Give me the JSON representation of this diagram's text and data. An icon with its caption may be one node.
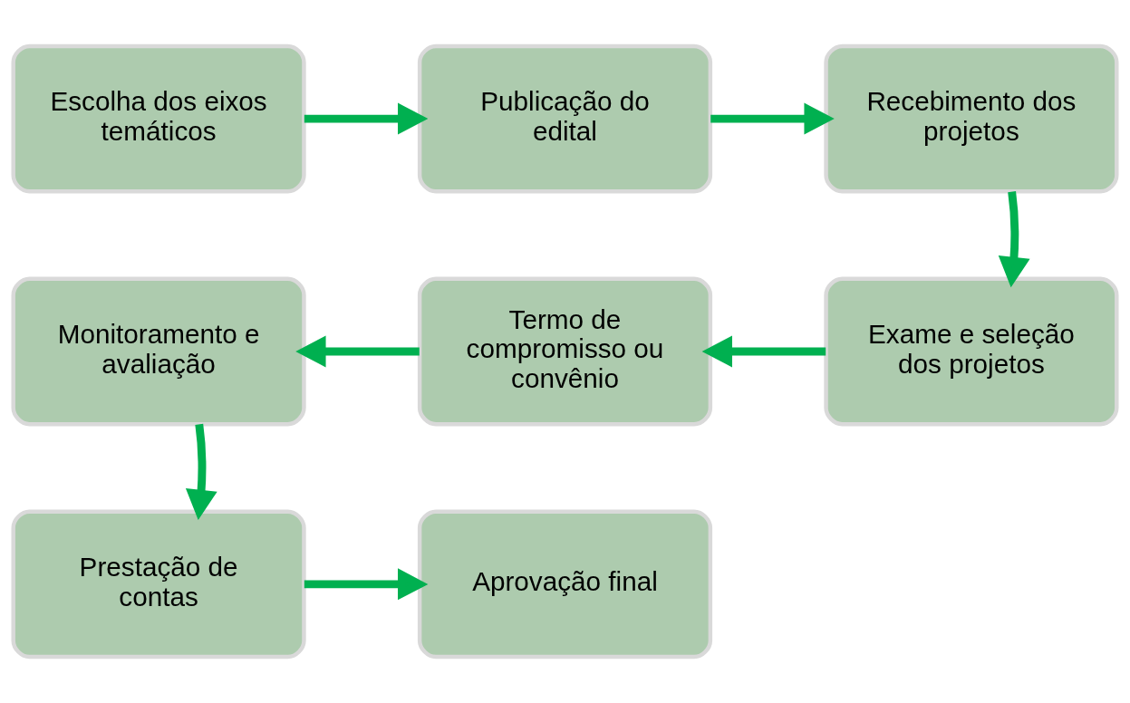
{
  "diagram": {
    "nodes": [
      {
        "text": [
          "Escolha dos eixos temáticos"
        ]
      },
      {
        "text": [
          "Publicação do edital"
        ]
      },
      {
        "text": [
          "Recebimento dos projetos"
        ]
      },
      {
        "text": [
          "Exame e seleção dos projetos"
        ]
      },
      {
        "text": [
          "Termo de compromisso ou convênio"
        ]
      },
      {
        "text": [
          "Monitoramento e avaliação"
        ]
      },
      {
        "text": [
          "Prestação de contas"
        ]
      },
      {
        "text": [
          "Aprovação final"
        ]
      }
    ],
    "edges": [
      {
        "from": 0,
        "to": 1,
        "arrow": "to"
      },
      {
        "from": 1,
        "to": 2,
        "arrow": "to"
      },
      {
        "from": 2,
        "to": 3,
        "arrow": "to"
      },
      {
        "from": 3,
        "to": 4,
        "arrow": "to"
      },
      {
        "from": 4,
        "to": 5,
        "arrow": "to"
      },
      {
        "from": 5,
        "to": 6,
        "arrow": "to"
      },
      {
        "from": 6,
        "to": 7,
        "arrow": "to"
      }
    ]
  }
}
